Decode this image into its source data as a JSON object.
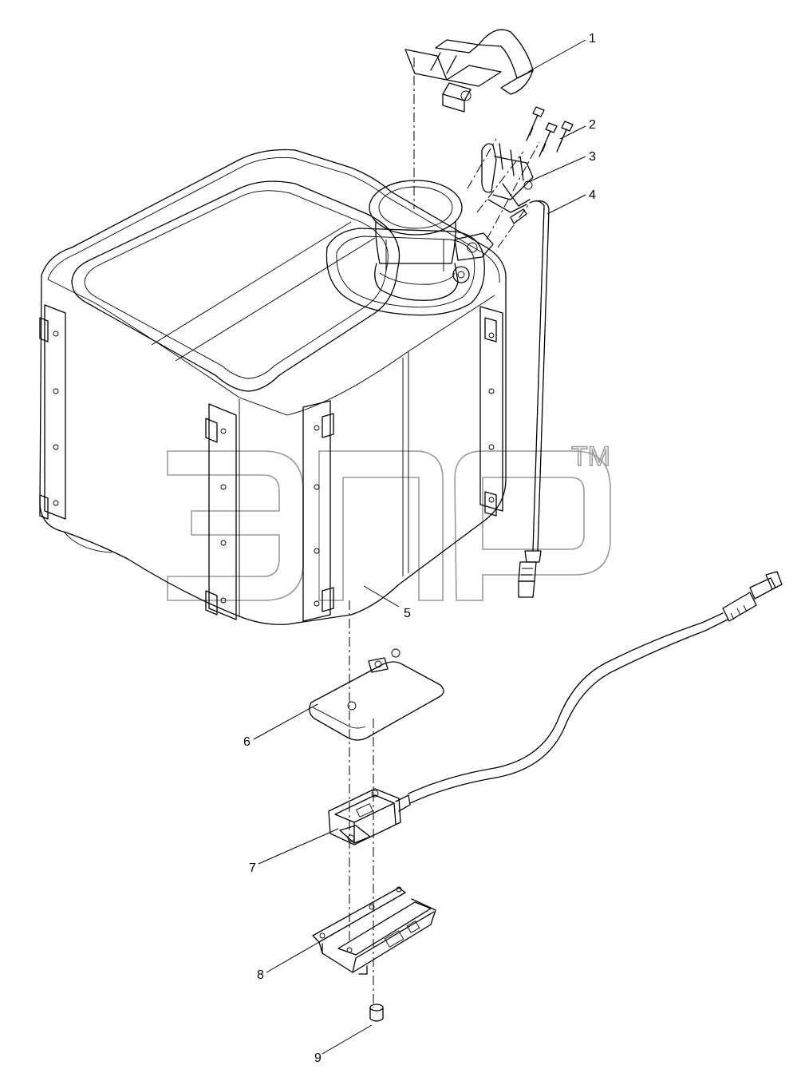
{
  "callouts": [
    {
      "id": "1",
      "label": "1"
    },
    {
      "id": "2",
      "label": "2"
    },
    {
      "id": "3",
      "label": "3"
    },
    {
      "id": "4",
      "label": "4"
    },
    {
      "id": "5",
      "label": "5"
    },
    {
      "id": "6",
      "label": "6"
    },
    {
      "id": "7",
      "label": "7"
    },
    {
      "id": "8",
      "label": "8"
    },
    {
      "id": "9",
      "label": "9"
    }
  ],
  "watermark": {
    "trademark": "TM"
  },
  "colors": {
    "line": "#000000",
    "watermark": "#9a9a9a",
    "background": "#ffffff"
  }
}
